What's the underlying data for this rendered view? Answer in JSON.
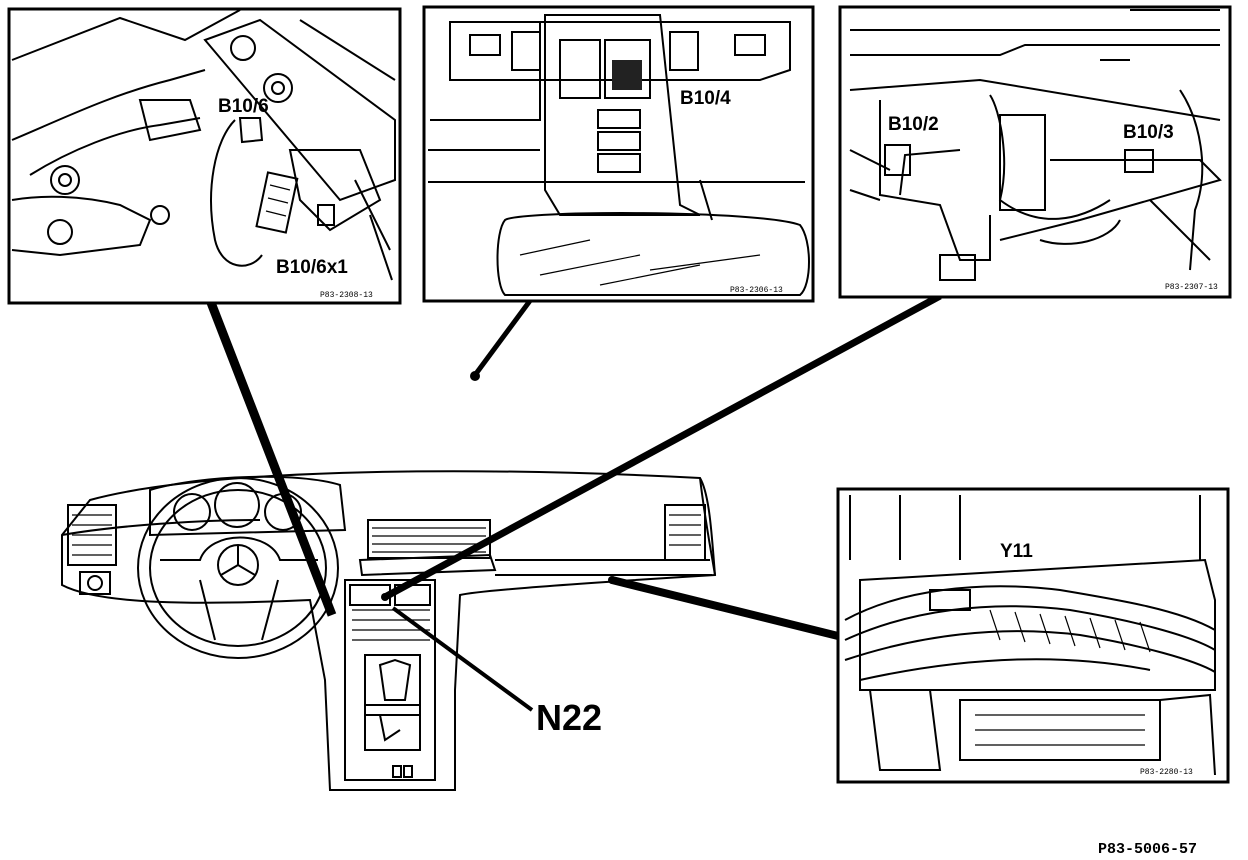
{
  "diagram": {
    "panels": [
      {
        "id": "steering-column",
        "labels": [
          "B10/6",
          "B10/6x1"
        ],
        "ref": "P83-2308-13"
      },
      {
        "id": "overhead-console",
        "labels": [
          "B10/4"
        ],
        "ref": "P83-2306-13"
      },
      {
        "id": "heater-box",
        "labels": [
          "B10/2",
          "B10/3"
        ],
        "ref": "P83-2307-13"
      },
      {
        "id": "glovebox-unit",
        "labels": [
          "Y11"
        ],
        "ref": "P83-2280-13"
      }
    ],
    "dashboard_callout": "N22",
    "figure_ref": "P83-5006-57"
  }
}
